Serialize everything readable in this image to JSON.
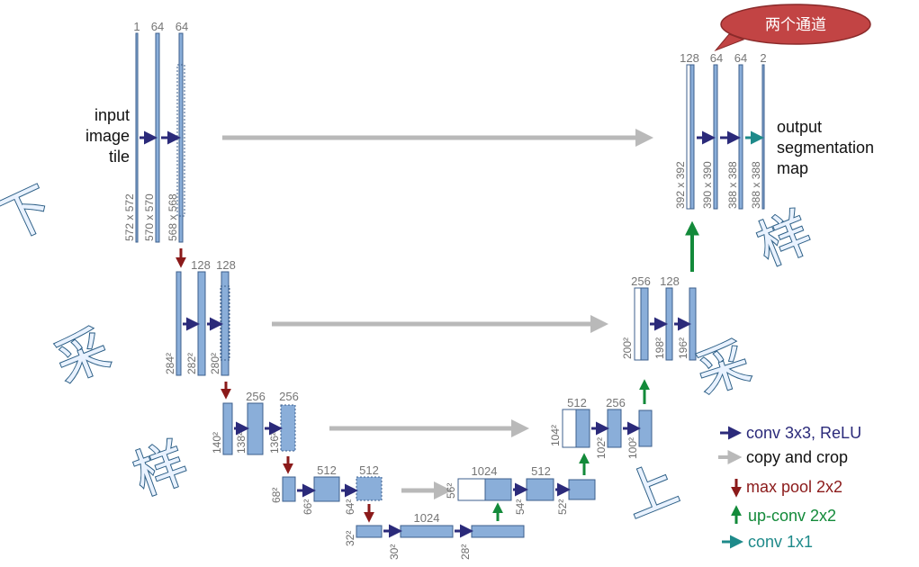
{
  "colors": {
    "block_fill": "#8aaed9",
    "block_stroke": "#3c5f8c",
    "conv_arrow": "#2b2a7a",
    "copy_arrow": "#b9b9b9",
    "pool_arrow": "#8b1a1a",
    "upconv_arrow": "#138a3a",
    "conv1x1_arrow": "#1e8a8a",
    "callout_fill": "#c24444"
  },
  "callout": {
    "text": "两个通道"
  },
  "handwritten": {
    "down_1": "下",
    "down_2": "采",
    "down_3": "样",
    "up_1": "上",
    "up_2": "采",
    "up_3": "样"
  },
  "top_left": {
    "channels": [
      "1",
      "64",
      "64"
    ],
    "dims": [
      "572 x 572",
      "570 x 570",
      "568 x 568"
    ],
    "input_label": [
      "input",
      "image",
      "tile"
    ]
  },
  "level2_left": {
    "channels": [
      "128",
      "128"
    ],
    "dims": [
      "284²",
      "282²",
      "280²"
    ]
  },
  "level3_left": {
    "channels": [
      "256",
      "256"
    ],
    "dims": [
      "140²",
      "138²",
      "136²"
    ]
  },
  "level4_left": {
    "channels": [
      "512",
      "512"
    ],
    "dims": [
      "68²",
      "66²",
      "64²"
    ]
  },
  "bottom": {
    "channels": [
      "1024"
    ],
    "dims": [
      "32²",
      "30²",
      "28²"
    ]
  },
  "level4_right": {
    "channels": [
      "1024",
      "512"
    ],
    "dims": [
      "56²",
      "54²",
      "52²"
    ]
  },
  "level3_right": {
    "channels": [
      "512",
      "256"
    ],
    "dims": [
      "104²",
      "102²",
      "100²"
    ]
  },
  "level2_right": {
    "channels": [
      "256",
      "128"
    ],
    "dims": [
      "200²",
      "198²",
      "196²"
    ]
  },
  "top_right": {
    "channels": [
      "128",
      "64",
      "64",
      "2"
    ],
    "dims": [
      "392 x 392",
      "390 x 390",
      "388 x 388",
      "388 x 388"
    ],
    "output_label": [
      "output",
      "segmentation",
      "map"
    ]
  },
  "legend": [
    {
      "icon": "conv-arrow-icon",
      "label": "conv 3x3, ReLU"
    },
    {
      "icon": "copy-arrow-icon",
      "label": "copy and crop"
    },
    {
      "icon": "pool-arrow-icon",
      "label": "max pool 2x2"
    },
    {
      "icon": "upconv-arrow-icon",
      "label": "up-conv 2x2"
    },
    {
      "icon": "conv1x1-arrow-icon",
      "label": "conv 1x1"
    }
  ]
}
